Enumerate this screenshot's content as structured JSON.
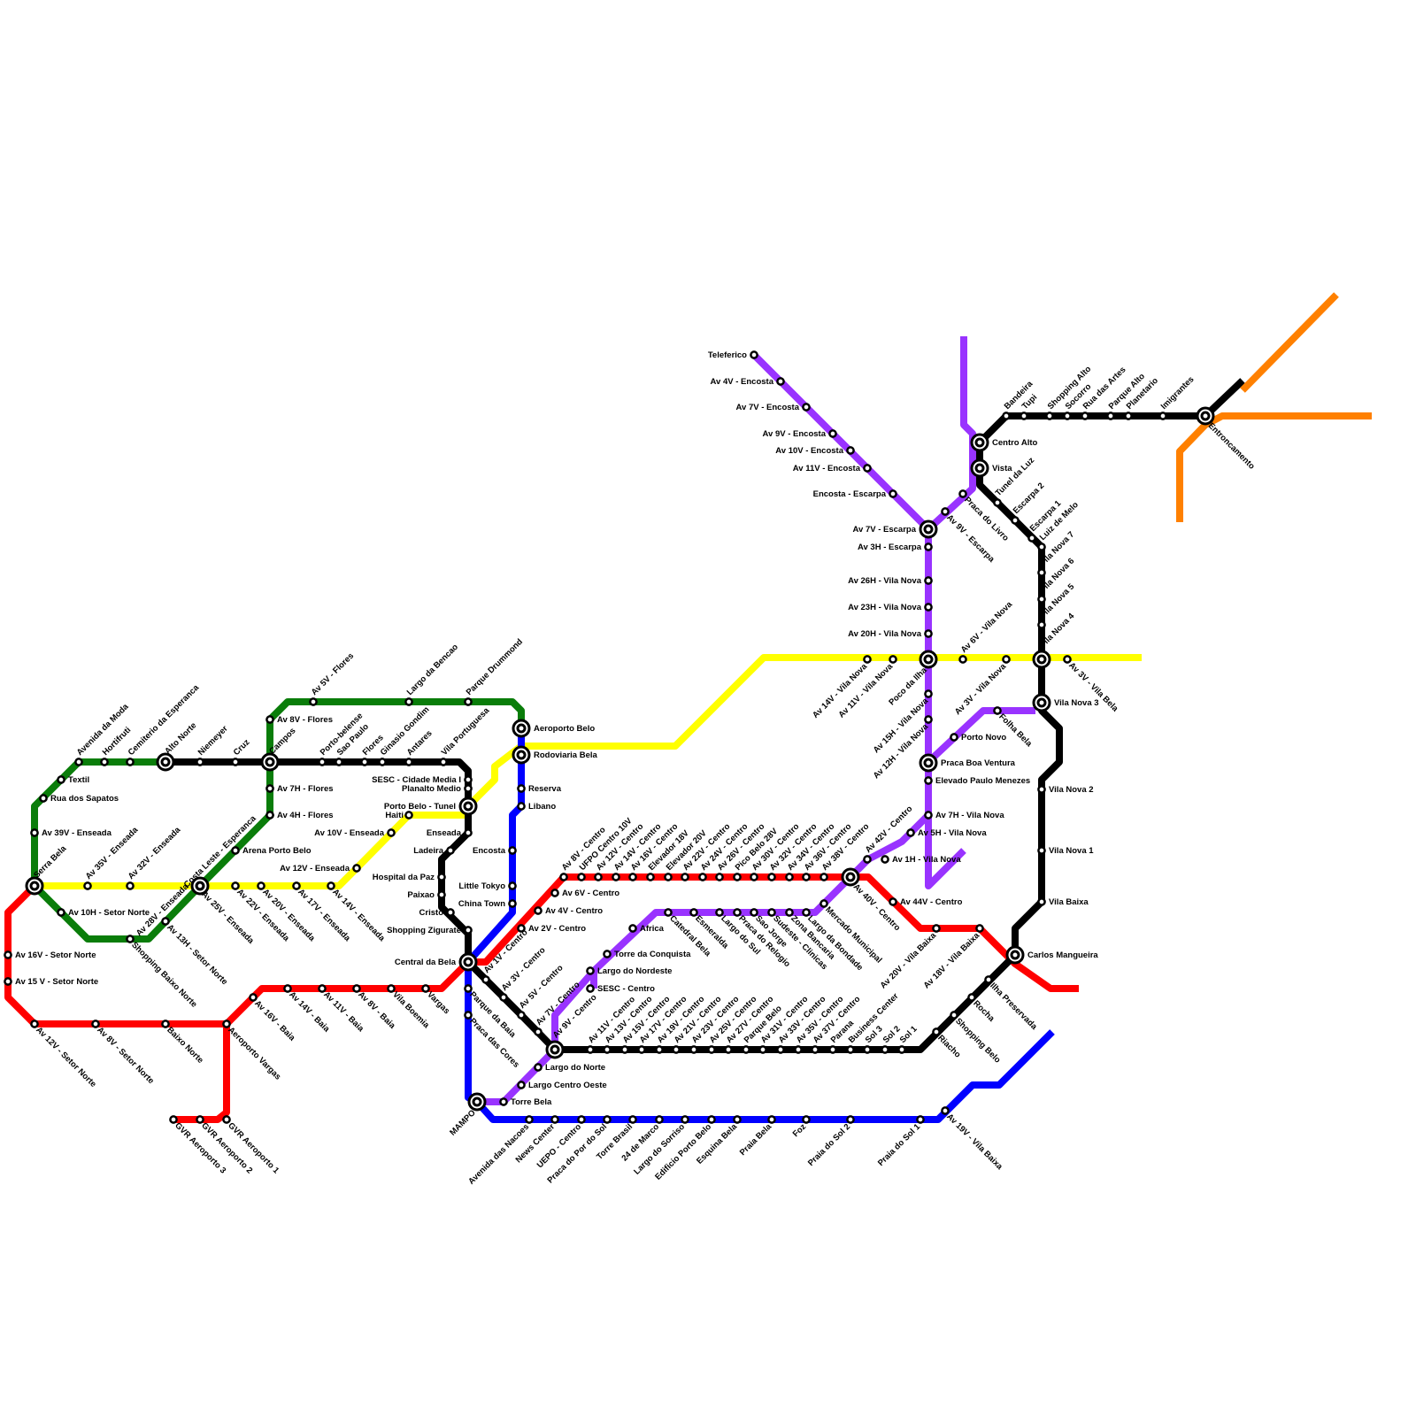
{
  "lines": [
    {
      "id": "green",
      "color": "#0a7d0a"
    },
    {
      "id": "yellow",
      "color": "#ffff00"
    },
    {
      "id": "red",
      "color": "#ff0000"
    },
    {
      "id": "blue",
      "color": "#0000ff"
    },
    {
      "id": "purple",
      "color": "#9933ff"
    },
    {
      "id": "black",
      "color": "#000000"
    },
    {
      "id": "orange",
      "color": "#ff8000"
    }
  ],
  "stations": [
    {
      "name": "Serra Bela",
      "interchange": true
    },
    {
      "name": "Av 39V - Enseada"
    },
    {
      "name": "Rua dos Sapatos"
    },
    {
      "name": "Textil"
    },
    {
      "name": "Avenida da Moda"
    },
    {
      "name": "Hortifruti"
    },
    {
      "name": "Cemiterio da Esperanca"
    },
    {
      "name": "Alto Norte",
      "interchange": true
    },
    {
      "name": "Niemeyer"
    },
    {
      "name": "Cruz"
    },
    {
      "name": "Campos",
      "interchange": true
    },
    {
      "name": "Av 8V - Flores"
    },
    {
      "name": "Av 7H - Flores"
    },
    {
      "name": "Av 4H - Flores"
    },
    {
      "name": "Av 5V - Flores"
    },
    {
      "name": "Largo da Bencao"
    },
    {
      "name": "Parque Drummond"
    },
    {
      "name": "Porto-belense"
    },
    {
      "name": "Sao Paulo"
    },
    {
      "name": "Flores"
    },
    {
      "name": "Ginasio Gondim"
    },
    {
      "name": "Antares"
    },
    {
      "name": "Vila Portuguesa"
    },
    {
      "name": "SESC - Cidade Media I"
    },
    {
      "name": "Planalto Medio"
    },
    {
      "name": "Porto Belo - Tunel",
      "interchange": true
    },
    {
      "name": "Enseada"
    },
    {
      "name": "Ladeira"
    },
    {
      "name": "Hospital da Paz"
    },
    {
      "name": "Paixao"
    },
    {
      "name": "Cristo"
    },
    {
      "name": "Shopping Zigurate"
    },
    {
      "name": "Central da Bela",
      "interchange": true
    },
    {
      "name": "Arena Porto Belo"
    },
    {
      "name": "Costa Leste - Esperanca"
    },
    {
      "name": "Av 28V - Enseada",
      "interchange": true
    },
    {
      "name": "Av 10H - Setor Norte"
    },
    {
      "name": "Shopping Baixo Norte"
    },
    {
      "name": "Av 13H - Setor Norte"
    },
    {
      "name": "Av 35V - Enseada"
    },
    {
      "name": "Av 32V - Enseada"
    },
    {
      "name": "Av 25V - Enseada"
    },
    {
      "name": "Av 22V - Enseada"
    },
    {
      "name": "Av 20V - Enseada"
    },
    {
      "name": "Av 17V - Enseada"
    },
    {
      "name": "Av 14V - Enseada"
    },
    {
      "name": "Av 12V - Enseada"
    },
    {
      "name": "Av 10V - Enseada"
    },
    {
      "name": "Haiti"
    },
    {
      "name": "Aeroporto Belo",
      "interchange": true
    },
    {
      "name": "Rodoviaria Bela",
      "interchange": true
    },
    {
      "name": "Reserva"
    },
    {
      "name": "Libano"
    },
    {
      "name": "Encosta"
    },
    {
      "name": "Little Tokyo"
    },
    {
      "name": "China Town"
    },
    {
      "name": "Av 16V - Setor Norte"
    },
    {
      "name": "Av 15 V - Setor Norte"
    },
    {
      "name": "Av 12V - Setor Norte"
    },
    {
      "name": "Av 8V - Setor Norte"
    },
    {
      "name": "Baixo Norte"
    },
    {
      "name": "Aeroporto Vargas"
    },
    {
      "name": "GVR Aeroporto 1"
    },
    {
      "name": "GVR Aeroporto 2"
    },
    {
      "name": "GVR Aeroporto 3"
    },
    {
      "name": "Av 16V - Baia"
    },
    {
      "name": "Av 14V - Baia"
    },
    {
      "name": "Av 11V - Baia"
    },
    {
      "name": "Av 8V - Baia"
    },
    {
      "name": "Vila Boemia"
    },
    {
      "name": "Vargas"
    },
    {
      "name": "Parque da Baia"
    },
    {
      "name": "Praca das Cores"
    },
    {
      "name": "MAMPO",
      "interchange": true
    },
    {
      "name": "Torre Bela"
    },
    {
      "name": "Av 1V - Centro"
    },
    {
      "name": "Av 3V - Centro"
    },
    {
      "name": "Av 5V - Centro"
    },
    {
      "name": "Av 7V - Centro"
    },
    {
      "name": "Av 9V - Centro",
      "interchange": true
    },
    {
      "name": "Largo do Norte"
    },
    {
      "name": "Largo Centro Oeste"
    },
    {
      "name": "Av 2V - Centro"
    },
    {
      "name": "Av 4V - Centro"
    },
    {
      "name": "Av 6V - Centro"
    },
    {
      "name": "Av 8V - Centro"
    },
    {
      "name": "UFPO Centro 10V"
    },
    {
      "name": "Av 12V - Centro"
    },
    {
      "name": "Av 14V - Centro"
    },
    {
      "name": "Av 16V - Centro"
    },
    {
      "name": "Elevador 18V"
    },
    {
      "name": "Elevador 20V"
    },
    {
      "name": "Av 22V - Centro"
    },
    {
      "name": "Av 24V - Centro"
    },
    {
      "name": "Av 26V - Centro"
    },
    {
      "name": "Pico Belo 28V"
    },
    {
      "name": "Av 30V - Centro"
    },
    {
      "name": "Av 32V - Centro"
    },
    {
      "name": "Av 34V - Centro"
    },
    {
      "name": "Av 36V - Centro"
    },
    {
      "name": "Av 38V - Centro"
    },
    {
      "name": "Av 40V - Centro",
      "interchange": true
    },
    {
      "name": "Av 44V - Centro"
    },
    {
      "name": "Av 20V - Vila Baixa"
    },
    {
      "name": "Av 18V - Vila Baixa"
    },
    {
      "name": "Carlos Mangueira",
      "interchange": true
    },
    {
      "name": "SESC - Centro"
    },
    {
      "name": "Largo do Nordeste"
    },
    {
      "name": "Torre da Conquista"
    },
    {
      "name": "Africa"
    },
    {
      "name": "Catedral Bela"
    },
    {
      "name": "Esmeralda"
    },
    {
      "name": "Largo do Sul"
    },
    {
      "name": "Praca do Relogio"
    },
    {
      "name": "Sao Jorge"
    },
    {
      "name": "Sudeste - Clinicas"
    },
    {
      "name": "Zona Bancaria"
    },
    {
      "name": "Largo da Bondade"
    },
    {
      "name": "Mercado Municipal"
    },
    {
      "name": "Av 11V - Centro"
    },
    {
      "name": "Av 13V - Centro"
    },
    {
      "name": "Av 15V - Centro"
    },
    {
      "name": "Av 17V - Centro"
    },
    {
      "name": "Av 19V - Centro"
    },
    {
      "name": "Av 21V - Centro"
    },
    {
      "name": "Av 23V - Centro"
    },
    {
      "name": "Av 25V - Centro"
    },
    {
      "name": "Av 27V - Centro"
    },
    {
      "name": "Parque Belo"
    },
    {
      "name": "Av 31V - Centro"
    },
    {
      "name": "Av 33V - Centro"
    },
    {
      "name": "Av 35V - Centro"
    },
    {
      "name": "Av 37V - Centro"
    },
    {
      "name": "Parana"
    },
    {
      "name": "Business Center"
    },
    {
      "name": "Sol 3"
    },
    {
      "name": "Sol 2"
    },
    {
      "name": "Sol 1"
    },
    {
      "name": "Riacho"
    },
    {
      "name": "Shopping Belo"
    },
    {
      "name": "Rocha"
    },
    {
      "name": "Ilha Preservada"
    },
    {
      "name": "Avenida das Nacoes"
    },
    {
      "name": "News Center"
    },
    {
      "name": "UEPO - Centro"
    },
    {
      "name": "Praca do Por do Sol"
    },
    {
      "name": "Torre Brasil"
    },
    {
      "name": "24 de Marco"
    },
    {
      "name": "Largo do Sorriso"
    },
    {
      "name": "Edificio Porto Belo"
    },
    {
      "name": "Esquina Bela"
    },
    {
      "name": "Praia Bela"
    },
    {
      "name": "Foz"
    },
    {
      "name": "Praia do Sol 2"
    },
    {
      "name": "Praia do Sol 1"
    },
    {
      "name": "Av 19V - Vila Baixa"
    },
    {
      "name": "Teleferico"
    },
    {
      "name": "Av 4V - Encosta"
    },
    {
      "name": "Av 7V - Encosta"
    },
    {
      "name": "Av 9V - Encosta"
    },
    {
      "name": "Av 10V - Encosta"
    },
    {
      "name": "Av 11V - Encosta"
    },
    {
      "name": "Encosta - Escarpa"
    },
    {
      "name": "Av 7V - Escarpa",
      "interchange": true
    },
    {
      "name": "Av 3H - Escarpa"
    },
    {
      "name": "Av 26H - Vila Nova"
    },
    {
      "name": "Av 23H - Vila Nova"
    },
    {
      "name": "Av 20H - Vila Nova"
    },
    {
      "name": "Poco da Ilha",
      "interchange": true
    },
    {
      "name": "Av 15H - Vila Nova"
    },
    {
      "name": "Av 12H - Vila Nova"
    },
    {
      "name": "Praca Boa Ventura",
      "interchange": true
    },
    {
      "name": "Elevado Paulo Menezes"
    },
    {
      "name": "Av 7H - Vila Nova"
    },
    {
      "name": "Av 5H - Vila Nova"
    },
    {
      "name": "Av 42V - Centro"
    },
    {
      "name": "Av 1H - Vila Nova"
    },
    {
      "name": "Av 14V - Vila Nova"
    },
    {
      "name": "Av 11V - Vila Nova"
    },
    {
      "name": "Av 6V - Vila Nova"
    },
    {
      "name": "Av 3V - Vila Nova"
    },
    {
      "name": "Av 3V - Vila Bela"
    },
    {
      "name": "Porto Novo"
    },
    {
      "name": "Folha Bela"
    },
    {
      "name": "Av 9V - Escarpa"
    },
    {
      "name": "Praca do Livro"
    },
    {
      "name": "Centro Alto",
      "interchange": true
    },
    {
      "name": "Vista",
      "interchange": true
    },
    {
      "name": "Tunel da Luz"
    },
    {
      "name": "Escarpa 2"
    },
    {
      "name": "Escarpa 1"
    },
    {
      "name": "Luiz de Melo"
    },
    {
      "name": "Vila Nova 7"
    },
    {
      "name": "Vila Nova 6"
    },
    {
      "name": "Vila Nova 5"
    },
    {
      "name": "Vila Nova 4",
      "interchange": true
    },
    {
      "name": "Vila Nova 3",
      "interchange": true
    },
    {
      "name": "Vila Nova 2"
    },
    {
      "name": "Vila Nova 1"
    },
    {
      "name": "Vila Baixa"
    },
    {
      "name": "Bandeira"
    },
    {
      "name": "Tupi"
    },
    {
      "name": "Shopping Alto"
    },
    {
      "name": "Socorro"
    },
    {
      "name": "Rua das Artes"
    },
    {
      "name": "Parque Alto"
    },
    {
      "name": "Planetario"
    },
    {
      "name": "Imigrantes"
    },
    {
      "name": "Entroncamento",
      "interchange": true
    }
  ]
}
